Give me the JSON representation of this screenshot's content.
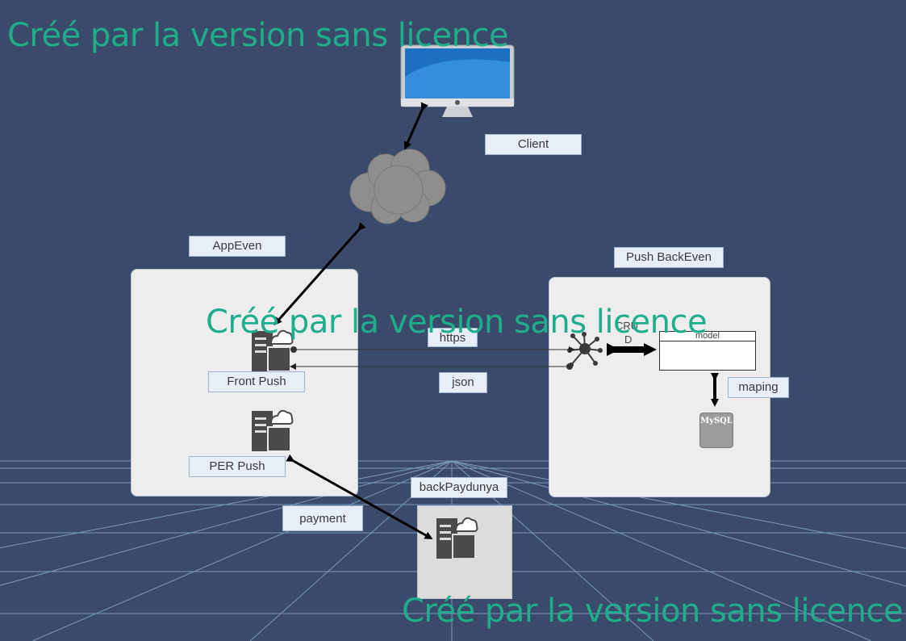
{
  "labels": {
    "client": "Client",
    "appeven": "AppEven",
    "push_backeven": "Push BackEven",
    "front_push": "Front Push",
    "per_push": "PER Push",
    "https": "https",
    "json": "json",
    "maping": "maping",
    "payment": "payment",
    "backpaydunya": "backPaydunya",
    "crud": "CRU",
    "crud_d": "D",
    "model": "model",
    "mysql": "MySQL"
  },
  "watermark": "Créé par la version sans licence",
  "colors": {
    "background": "#3b4a6b",
    "watermark": "#1fae8c",
    "box_fill": "#ededed",
    "label_fill": "#e7eef8",
    "grid_line": "#8fb3d6"
  },
  "icons": [
    "monitor-icon",
    "cloud-icon",
    "server-icon",
    "network-hub-icon",
    "mysql-database-icon"
  ]
}
